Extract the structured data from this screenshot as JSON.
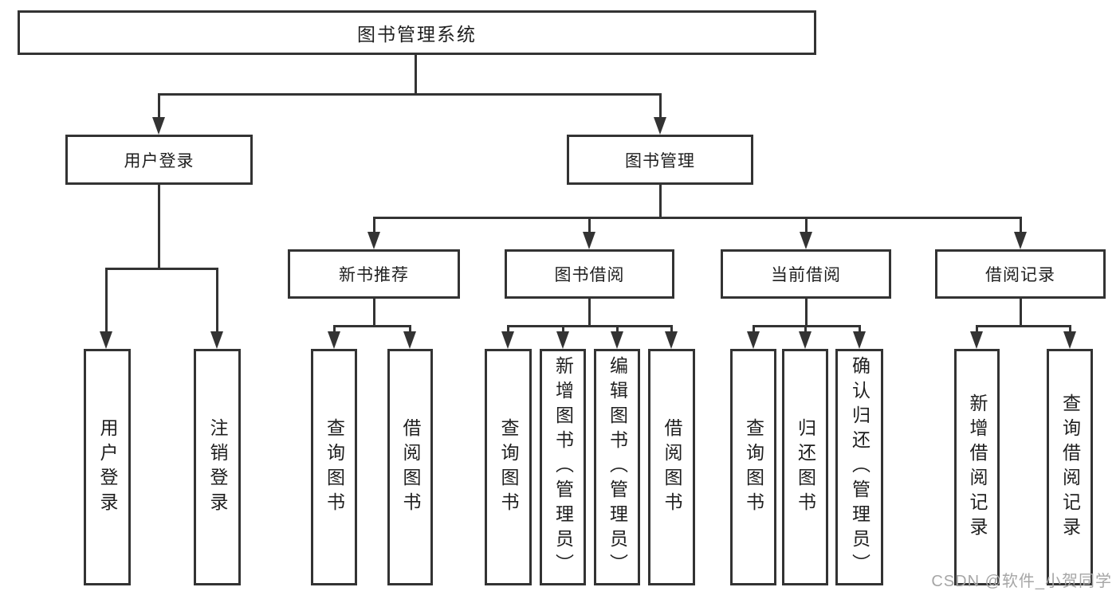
{
  "diagram": {
    "root": {
      "label": "图书管理系统"
    },
    "level2": {
      "user_login": {
        "label": "用户登录"
      },
      "book_management": {
        "label": "图书管理"
      }
    },
    "level3": {
      "new_book_recommend": {
        "label": "新书推荐"
      },
      "book_borrow": {
        "label": "图书借阅"
      },
      "current_borrow": {
        "label": "当前借阅"
      },
      "borrow_records": {
        "label": "借阅记录"
      }
    },
    "leaves": {
      "user_login": {
        "label": "用户登录"
      },
      "logout": {
        "label": "注销登录"
      },
      "recommend_query_books": {
        "label": "查询图书"
      },
      "recommend_borrow_books": {
        "label": "借阅图书"
      },
      "borrow_query_books": {
        "label": "查询图书"
      },
      "add_book_admin": {
        "label": "新增图书（管理员）"
      },
      "edit_book_admin": {
        "label": "编辑图书（管理员）"
      },
      "borrow_borrow_books": {
        "label": "借阅图书"
      },
      "current_query_books": {
        "label": "查询图书"
      },
      "return_books": {
        "label": "归还图书"
      },
      "confirm_return_admin": {
        "label": "确认归还（管理员）"
      },
      "add_borrow_record": {
        "label": "新增借阅记录"
      },
      "query_borrow_record": {
        "label": "查询借阅记录"
      }
    }
  },
  "watermark": {
    "text": "CSDN @软件_小贺同学",
    "color": "#a6a6a6"
  },
  "colors": {
    "line": "#333333",
    "text": "#1f1f1f",
    "background": "#ffffff"
  }
}
